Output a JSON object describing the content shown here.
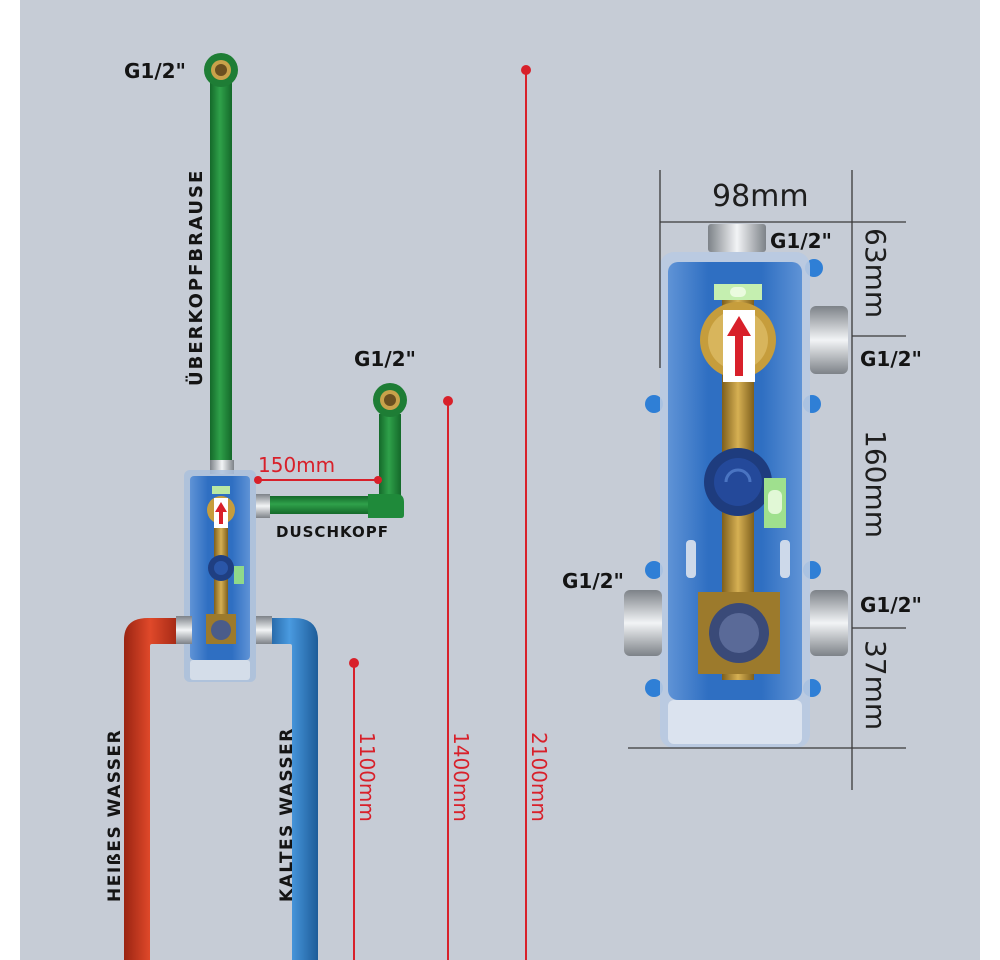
{
  "labels": {
    "g12": "G1/2\"",
    "ueberkopfbrause": "ÜBERKOPFBRAUSE",
    "duschkopf": "DUSCHKOPF",
    "heisses_wasser": "HEIßES WASSER",
    "kaltes_wasser": "KALTES WASSER",
    "dim_150": "150mm",
    "h_1100": "1100mm",
    "h_1400": "1400mm",
    "h_2100": "2100mm",
    "w_98": "98mm",
    "d_63": "63mm",
    "d_160": "160mm",
    "d_37": "37mm"
  },
  "colors": {
    "background": "#c6ccd6",
    "pipe_green": "#1f8a3a",
    "pipe_red": "#c8361e",
    "pipe_blue": "#2f7fc6",
    "measure_red": "#d8202a",
    "box_blue": "#2f6fc2",
    "brass": "#b0892e",
    "dimension_line": "#3a3a3a"
  }
}
